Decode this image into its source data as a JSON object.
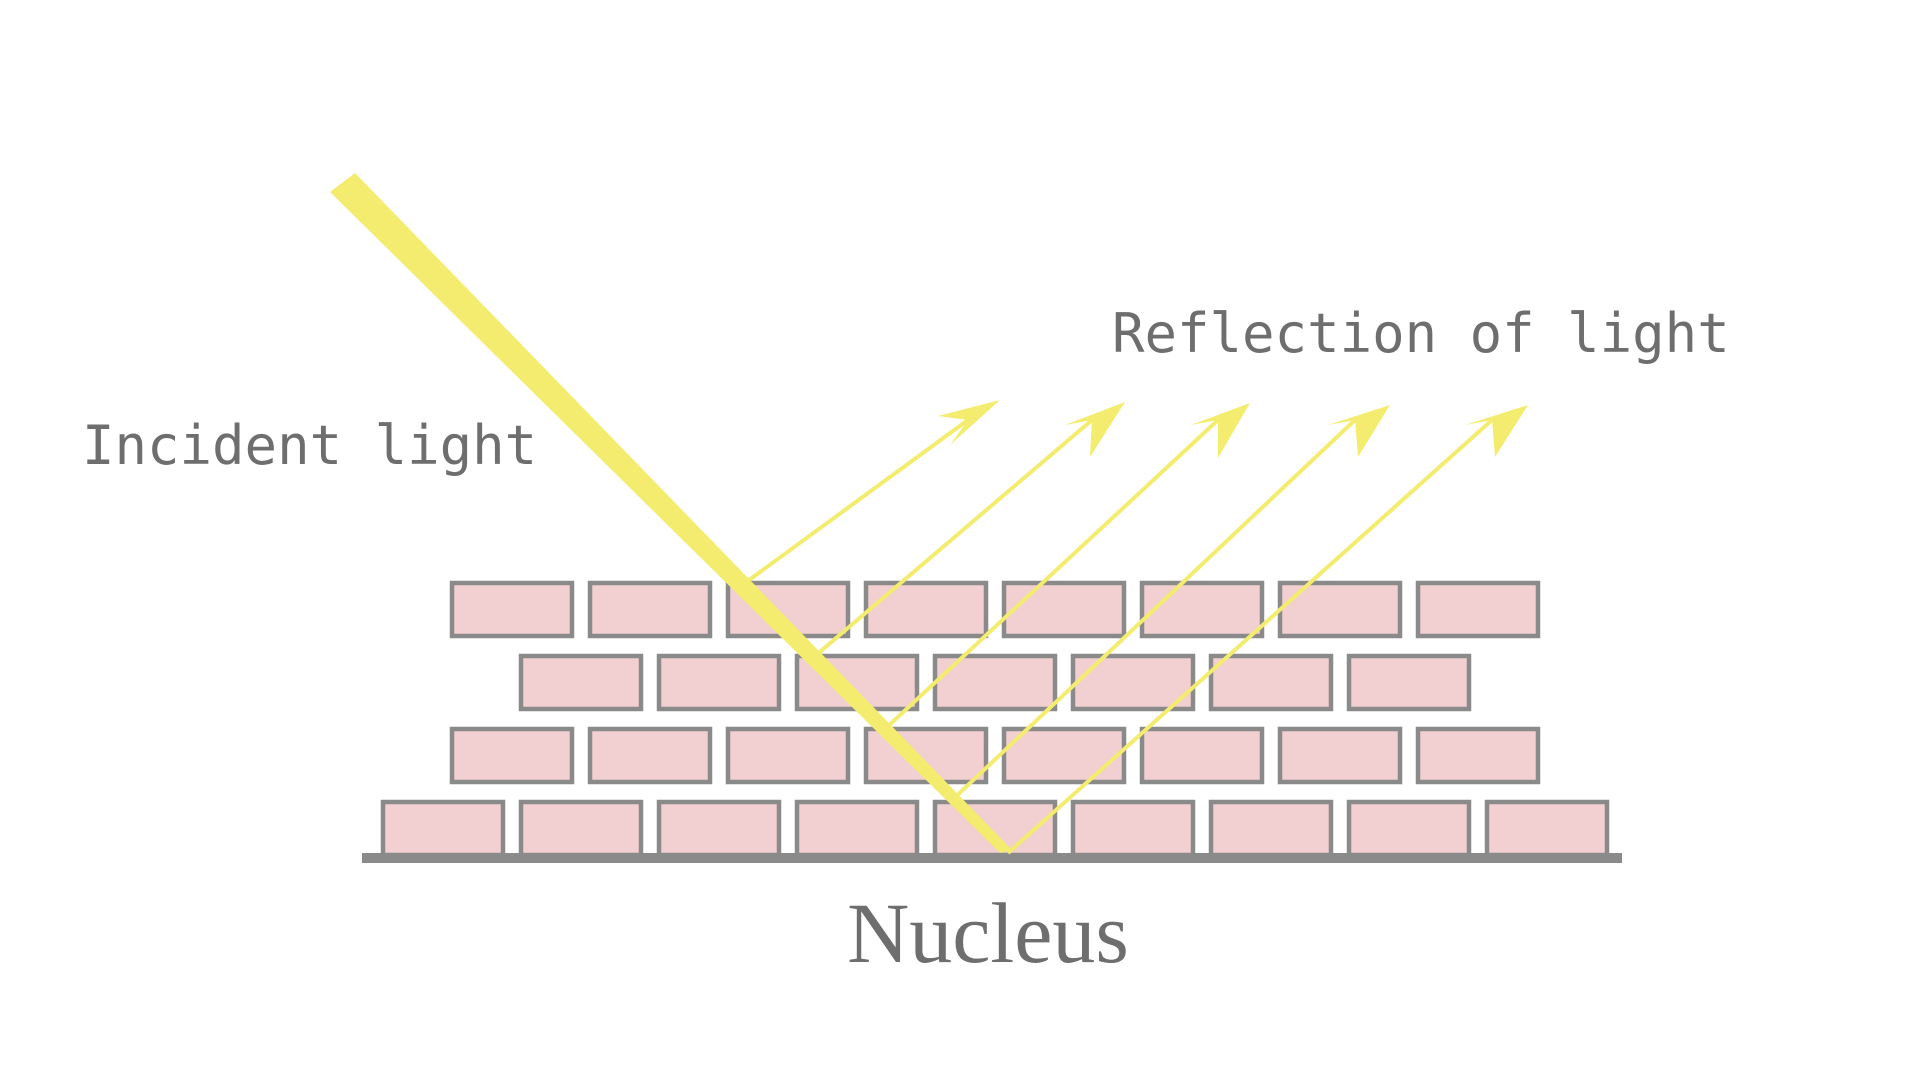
{
  "labels": {
    "incident": "Incident light",
    "reflection": "Reflection of light",
    "nucleus": "Nucleus"
  },
  "colors": {
    "light": "#f3ec6e",
    "brick_fill": "#f2cfd0",
    "brick_stroke": "#8a8a8a",
    "text": "#6e6e6e"
  },
  "wall": {
    "rows": [
      8,
      7,
      8,
      9
    ]
  },
  "reflected_ray_count": 5
}
